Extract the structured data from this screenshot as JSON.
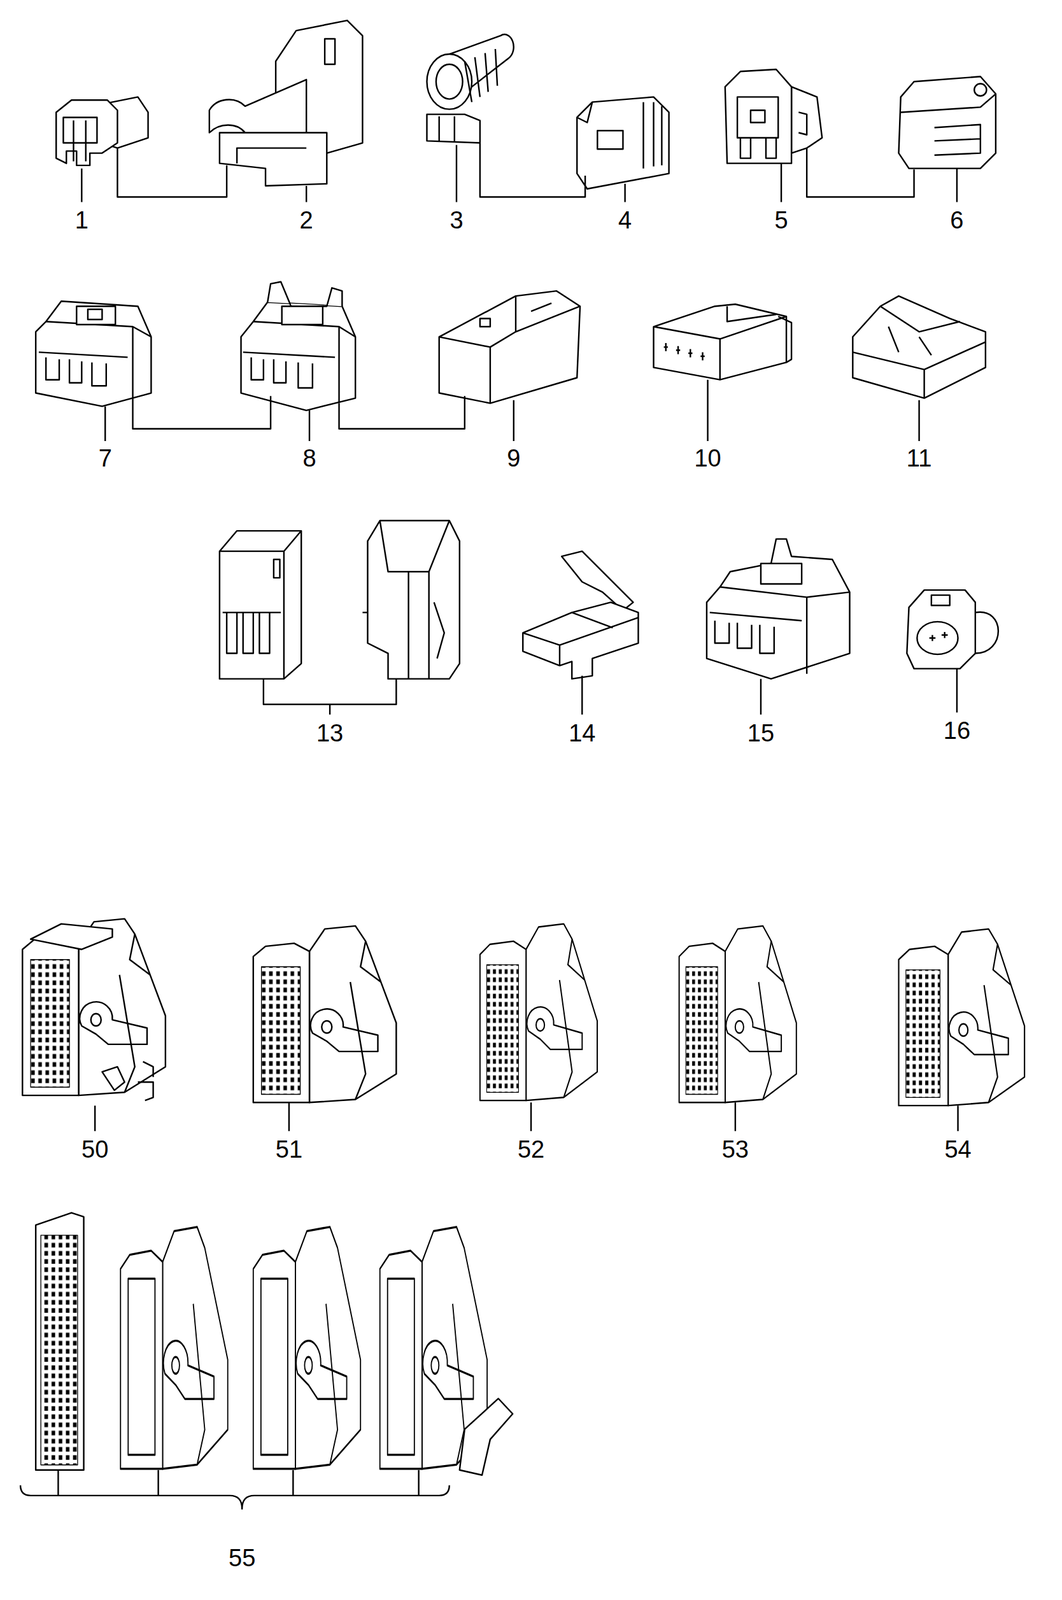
{
  "diagram": {
    "labels": [
      "1",
      "2",
      "3",
      "4",
      "5",
      "6",
      "7",
      "8",
      "9",
      "10",
      "11",
      "13",
      "14",
      "15",
      "16",
      "50",
      "51",
      "52",
      "53",
      "54",
      "55"
    ]
  }
}
